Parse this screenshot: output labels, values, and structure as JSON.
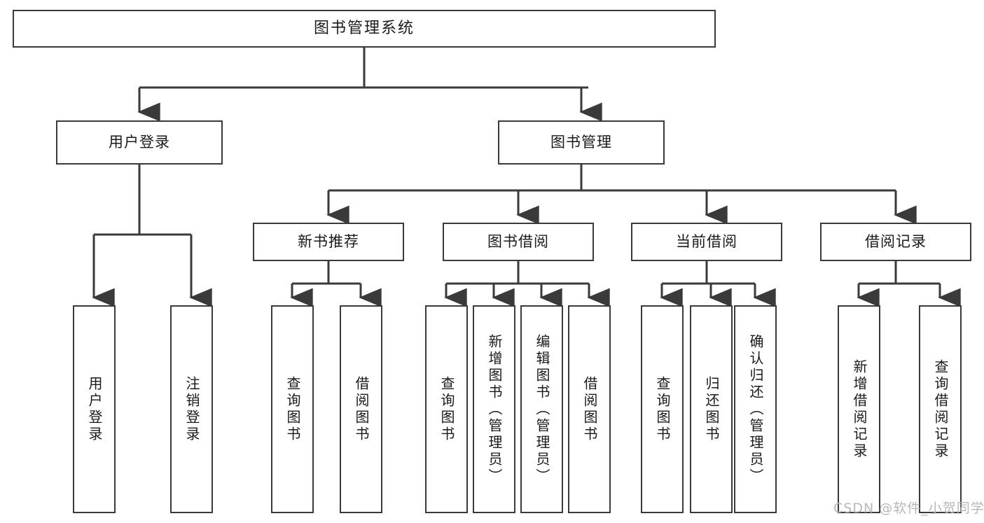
{
  "diagram": {
    "title": "图书管理系统",
    "colors": {
      "line": "#3a3a3a",
      "box_border": "#3a3a3a",
      "background": "#ffffff",
      "text": "#1a1a1a",
      "watermark": "#b8b8b8"
    },
    "root": {
      "label": "图书管理系统"
    },
    "level2": [
      {
        "label": "用户登录"
      },
      {
        "label": "图书管理"
      }
    ],
    "level3": [
      {
        "label": "新书推荐"
      },
      {
        "label": "图书借阅"
      },
      {
        "label": "当前借阅"
      },
      {
        "label": "借阅记录"
      }
    ],
    "leaves": {
      "user_login": [
        {
          "label": "用户登录"
        },
        {
          "label": "注销登录"
        }
      ],
      "new_book_recommend": [
        {
          "label": "查询图书"
        },
        {
          "label": "借阅图书"
        }
      ],
      "book_borrow": [
        {
          "label": "查询图书"
        },
        {
          "label": "新增图书（管理员）"
        },
        {
          "label": "编辑图书（管理员）"
        },
        {
          "label": "借阅图书"
        }
      ],
      "current_borrow": [
        {
          "label": "查询图书"
        },
        {
          "label": "归还图书"
        },
        {
          "label": "确认归还（管理员）"
        }
      ],
      "borrow_record": [
        {
          "label": "新增借阅记录"
        },
        {
          "label": "查询借阅记录"
        }
      ]
    },
    "watermark": "CSDN @软件_小贺同学"
  },
  "chart_data": {
    "type": "diagram",
    "title": "图书管理系统",
    "structure": "tree",
    "nodes": [
      {
        "id": "root",
        "label": "图书管理系统",
        "level": 0,
        "parent": null
      },
      {
        "id": "n1",
        "label": "用户登录",
        "level": 1,
        "parent": "root"
      },
      {
        "id": "n2",
        "label": "图书管理",
        "level": 1,
        "parent": "root"
      },
      {
        "id": "n1a",
        "label": "用户登录",
        "level": 2,
        "parent": "n1"
      },
      {
        "id": "n1b",
        "label": "注销登录",
        "level": 2,
        "parent": "n1"
      },
      {
        "id": "n2a",
        "label": "新书推荐",
        "level": 2,
        "parent": "n2"
      },
      {
        "id": "n2b",
        "label": "图书借阅",
        "level": 2,
        "parent": "n2"
      },
      {
        "id": "n2c",
        "label": "当前借阅",
        "level": 2,
        "parent": "n2"
      },
      {
        "id": "n2d",
        "label": "借阅记录",
        "level": 2,
        "parent": "n2"
      },
      {
        "id": "n2a1",
        "label": "查询图书",
        "level": 3,
        "parent": "n2a"
      },
      {
        "id": "n2a2",
        "label": "借阅图书",
        "level": 3,
        "parent": "n2a"
      },
      {
        "id": "n2b1",
        "label": "查询图书",
        "level": 3,
        "parent": "n2b"
      },
      {
        "id": "n2b2",
        "label": "新增图书（管理员）",
        "level": 3,
        "parent": "n2b"
      },
      {
        "id": "n2b3",
        "label": "编辑图书（管理员）",
        "level": 3,
        "parent": "n2b"
      },
      {
        "id": "n2b4",
        "label": "借阅图书",
        "level": 3,
        "parent": "n2b"
      },
      {
        "id": "n2c1",
        "label": "查询图书",
        "level": 3,
        "parent": "n2c"
      },
      {
        "id": "n2c2",
        "label": "归还图书",
        "level": 3,
        "parent": "n2c"
      },
      {
        "id": "n2c3",
        "label": "确认归还（管理员）",
        "level": 3,
        "parent": "n2c"
      },
      {
        "id": "n2d1",
        "label": "新增借阅记录",
        "level": 3,
        "parent": "n2d"
      },
      {
        "id": "n2d2",
        "label": "查询借阅记录",
        "level": 3,
        "parent": "n2d"
      }
    ]
  }
}
